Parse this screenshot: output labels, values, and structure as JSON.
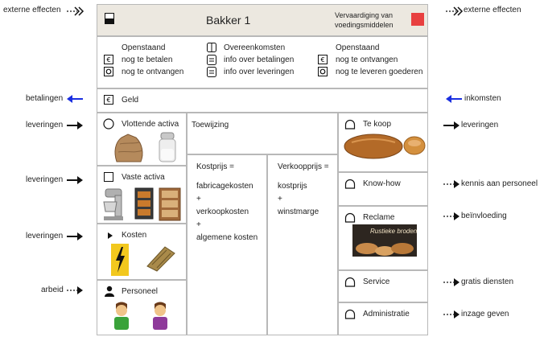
{
  "header": {
    "title": "Bakker 1",
    "subtitle_line1": "Vervaardiging van",
    "subtitle_line2": "voedingsmiddelen",
    "accent_color": "#e84040"
  },
  "info_row": {
    "left": {
      "line1": "Openstaand",
      "line2": "nog te betalen",
      "line3": "nog te ontvangen"
    },
    "middle": {
      "line1": "Overeenkomsten",
      "line2": "info over betalingen",
      "line3": "info over leveringen"
    },
    "right": {
      "line1": "Openstaand",
      "line2": "nog te ontvangen",
      "line3": "nog te leveren goederen"
    }
  },
  "geld": {
    "label": "Geld"
  },
  "left_column": {
    "vlottende": "Vlottende activa",
    "vaste": "Vaste activa",
    "kosten": "Kosten",
    "personeel": "Personeel"
  },
  "middle": {
    "toewijzing": "Toewijzing",
    "kostprijs": {
      "title": "Kostprijs =",
      "l1": "fabricagekosten",
      "p1": "+",
      "l2": "verkoopkosten",
      "p2": "+",
      "l3": "algemene kosten"
    },
    "verkoopprijs": {
      "title": "Verkoopprijs =",
      "l1": "kostprijs",
      "p1": "+",
      "l2": "winstmarge"
    }
  },
  "right_column": {
    "te_koop": "Te koop",
    "knowhow": "Know-how",
    "reclame": "Reclame",
    "reclame_poster": "Rustieke broden",
    "service": "Service",
    "administratie": "Administratie"
  },
  "external": {
    "left_top": "externe effecten",
    "right_top": "externe effecten",
    "betalingen": "betalingen",
    "inkomsten": "inkomsten",
    "leveringen_in_1": "leveringen",
    "leveringen_in_2": "leveringen",
    "leveringen_in_3": "leveringen",
    "arbeid": "arbeid",
    "leveringen_out": "leveringen",
    "kennis": "kennis aan personeel",
    "beinvloeding": "beïnvloeding",
    "gratis": "gratis diensten",
    "inzage": "inzage geven"
  }
}
